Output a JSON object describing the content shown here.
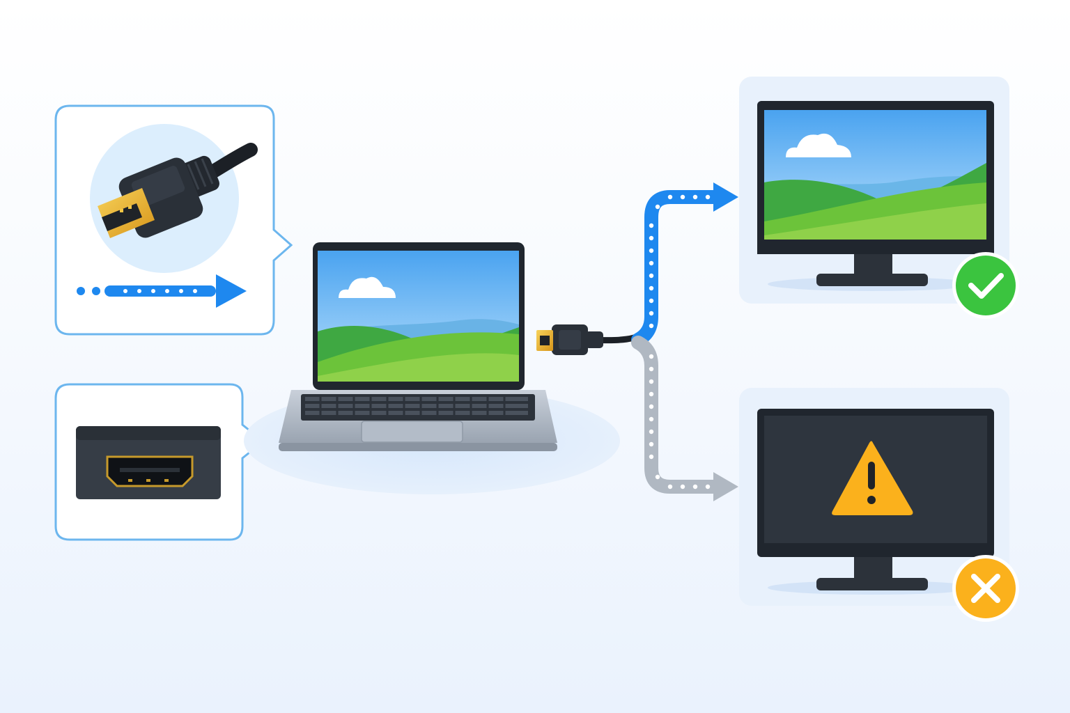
{
  "colors": {
    "accent_blue": "#1e88ef",
    "inactive_gray": "#b0b8c2",
    "success_green": "#3bc43f",
    "warning_amber": "#fbb11c",
    "connector_gold": "#e3a825",
    "screen_dark": "#1f2730",
    "callout_border": "#6cb6ee",
    "panel_bg": "#e8f1fc"
  },
  "scene": {
    "callouts": [
      {
        "name": "hdmi-plug-callout",
        "icon": "hdmi-plug-icon",
        "indicator": "signal-arrow-icon"
      },
      {
        "name": "hdmi-port-callout",
        "icon": "hdmi-port-icon"
      }
    ],
    "source_device": {
      "name": "laptop",
      "screen": "landscape-wallpaper"
    },
    "cable": {
      "icon": "hdmi-cable-icon",
      "connector": "hdmi-plug-gold"
    },
    "outputs": [
      {
        "name": "monitor-working",
        "screen": "landscape-wallpaper",
        "path": "active-signal-path",
        "status": "success",
        "status_icon": "check-icon"
      },
      {
        "name": "monitor-no-signal",
        "screen": "warning-icon",
        "path": "inactive-signal-path",
        "status": "error",
        "status_icon": "close-icon"
      }
    ]
  }
}
